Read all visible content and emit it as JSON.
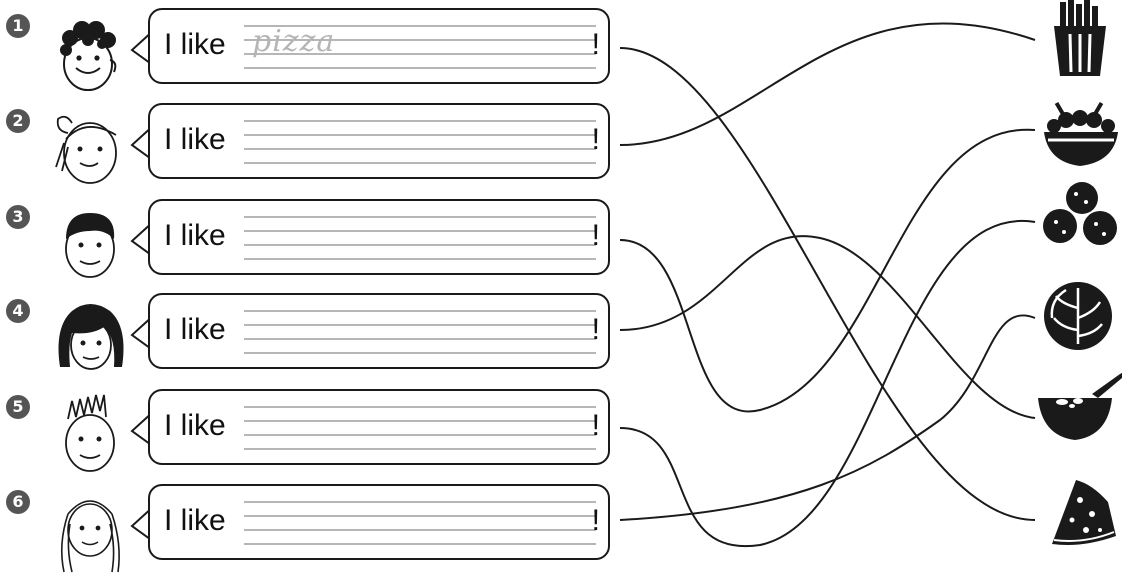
{
  "rows": [
    {
      "number": "1",
      "phrase": "I like",
      "answer": "pizza",
      "end": "!"
    },
    {
      "number": "2",
      "phrase": "I like",
      "answer": "",
      "end": "!"
    },
    {
      "number": "3",
      "phrase": "I like",
      "answer": "",
      "end": "!"
    },
    {
      "number": "4",
      "phrase": "I like",
      "answer": "",
      "end": "!"
    },
    {
      "number": "5",
      "phrase": "I like",
      "answer": "",
      "end": "!"
    },
    {
      "number": "6",
      "phrase": "I like",
      "answer": "",
      "end": "!"
    }
  ],
  "foods": [
    "fries-icon",
    "salad-icon",
    "meatballs-icon",
    "cabbage-icon",
    "soup-icon",
    "pizza-icon"
  ],
  "colors": {
    "ink": "#1a1a1a",
    "writing_lines": "#8a8a8a",
    "sample_text": "#b5b5b5",
    "number_badge": "#555555"
  }
}
